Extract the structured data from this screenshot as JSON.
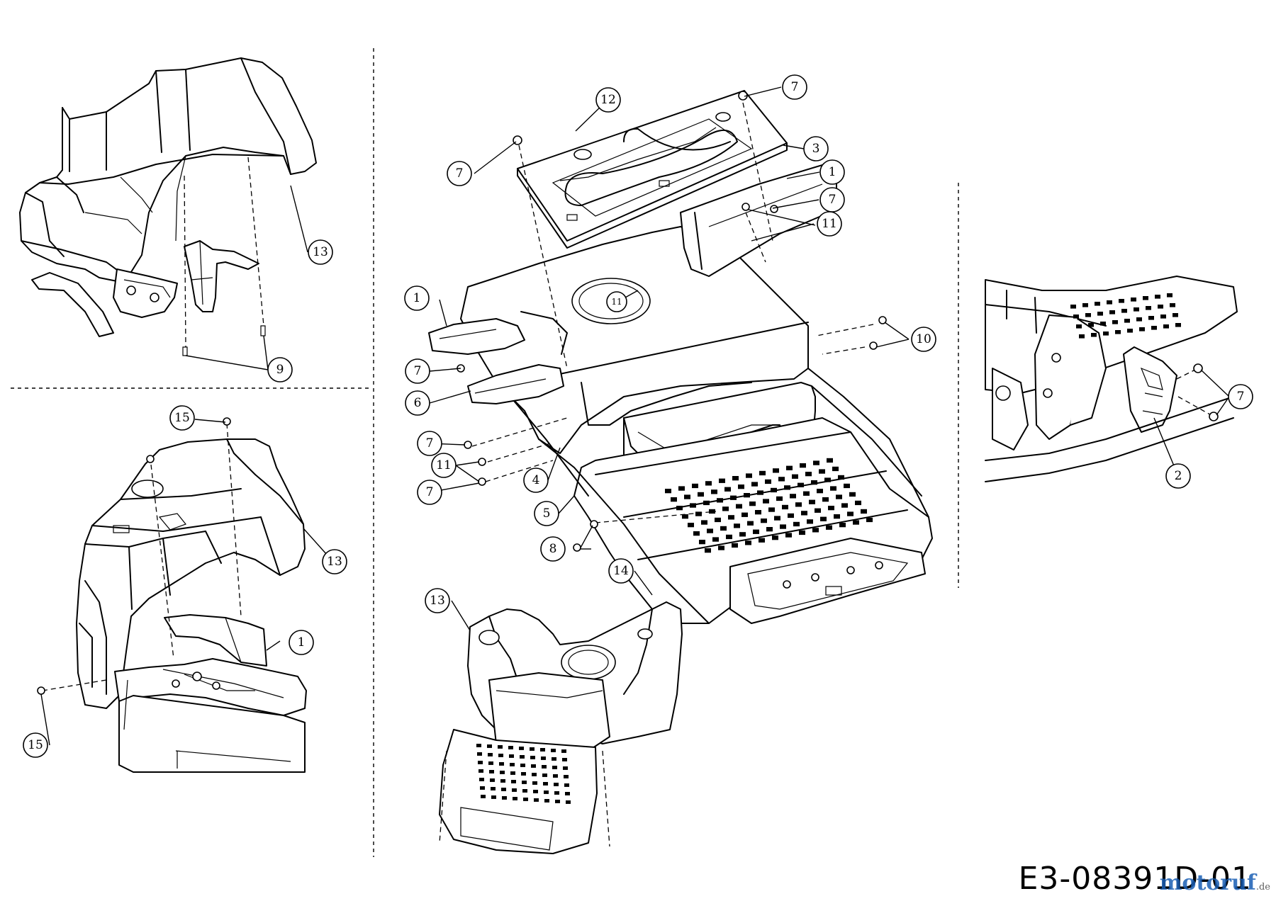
{
  "drawing_code": "E3-08391D-01",
  "watermark": {
    "brand": "motoruf",
    "domain": ".de",
    "brand_color": "#1a5fb4"
  },
  "callouts": [
    {
      "id": "c13a",
      "label": "13"
    },
    {
      "id": "c9",
      "label": "9"
    },
    {
      "id": "c15a",
      "label": "15"
    },
    {
      "id": "c13b",
      "label": "13"
    },
    {
      "id": "c1a",
      "label": "1"
    },
    {
      "id": "c15b",
      "label": "15"
    },
    {
      "id": "c12",
      "label": "12"
    },
    {
      "id": "c7a",
      "label": "7"
    },
    {
      "id": "c7b",
      "label": "7"
    },
    {
      "id": "c3",
      "label": "3"
    },
    {
      "id": "c1b",
      "label": "1"
    },
    {
      "id": "c7c",
      "label": "7"
    },
    {
      "id": "c11a",
      "label": "11"
    },
    {
      "id": "c1c",
      "label": "1"
    },
    {
      "id": "c11b",
      "label": "11"
    },
    {
      "id": "c10",
      "label": "10"
    },
    {
      "id": "c7d",
      "label": "7"
    },
    {
      "id": "c6",
      "label": "6"
    },
    {
      "id": "c7e",
      "label": "7"
    },
    {
      "id": "c11c",
      "label": "11"
    },
    {
      "id": "c7f",
      "label": "7"
    },
    {
      "id": "c4",
      "label": "4"
    },
    {
      "id": "c5",
      "label": "5"
    },
    {
      "id": "c8",
      "label": "8"
    },
    {
      "id": "c14",
      "label": "14"
    },
    {
      "id": "c13c",
      "label": "13"
    },
    {
      "id": "c7g",
      "label": "7"
    },
    {
      "id": "c2",
      "label": "2"
    }
  ]
}
